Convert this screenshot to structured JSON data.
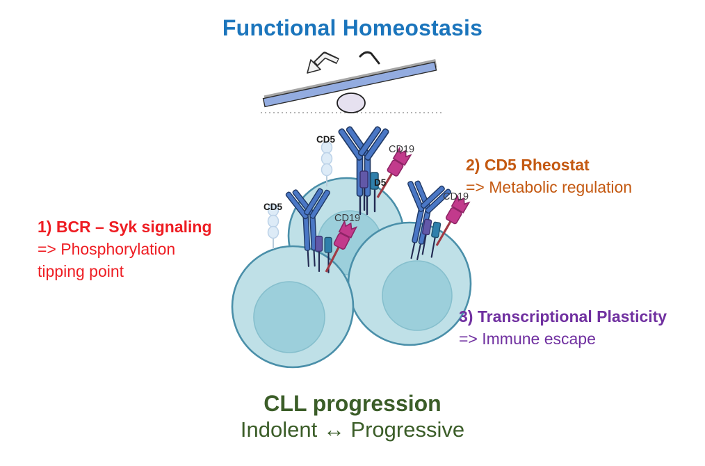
{
  "title": "Functional Homeostasis",
  "annotations": {
    "bcr": {
      "heading": "1) BCR – Syk signaling",
      "line2": "=> Phosphorylation",
      "line3": "tipping point"
    },
    "cd5": {
      "heading": "2) CD5 Rheostat",
      "line2": "=> Metabolic regulation"
    },
    "plasticity": {
      "heading": "3) Transcriptional Plasticity",
      "line2": "=> Immune escape"
    }
  },
  "cell_labels": {
    "cd5_top": "CD5",
    "cd19_top": "CD19",
    "cd5_partial": "D5",
    "cd5_left": "CD5",
    "cd19_center": "CD19",
    "cd19_right": "CD19"
  },
  "footer": {
    "heading": "CLL progression",
    "subheading": "Indolent ↔ Progressive"
  },
  "colors": {
    "title-blue": "#1B75BC",
    "accent-red": "#EE1D23",
    "accent-orange": "#C45911",
    "accent-purple": "#7030A0",
    "accent-green": "#3B5D28",
    "cell-body": "#BFE0E7",
    "cell-border": "#4A8FA9",
    "nucleus": "#9CCFDB",
    "bcr-blue": "#4A77C5",
    "bcr-outline": "#1F3864",
    "rec-purple": "#6258A8",
    "rec-teal": "#2F7FAB",
    "cd5-bead": "#DDEBF7",
    "cd5-bead-outline": "#BCD2E8",
    "cd19-magenta": "#C23A8C",
    "cd19-outline": "#8E2466",
    "cd19-stem": "#A13A44",
    "plank": "#93ACE0",
    "pivot": "#E6E1F0"
  }
}
